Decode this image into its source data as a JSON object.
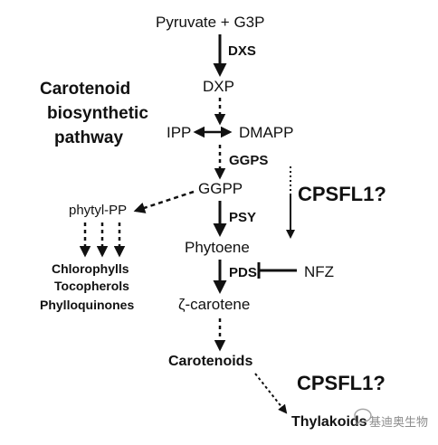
{
  "title": {
    "line1": "Carotenoid",
    "line2": "biosynthetic",
    "line3": "pathway"
  },
  "nodes": {
    "pyruvate_g3p": "Pyruvate + G3P",
    "dxp": "DXP",
    "ipp": "IPP",
    "dmapp": "DMAPP",
    "ggpp": "GGPP",
    "phytyl_pp": "phytyl-PP",
    "phytoene": "Phytoene",
    "zeta_carotene": "ζ-carotene",
    "carotenoids": "Carotenoids",
    "thylakoids": "Thylakoids",
    "nfz": "NFZ"
  },
  "enzymes": {
    "dxs": "DXS",
    "ggps": "GGPS",
    "psy": "PSY",
    "pds": "PDS"
  },
  "products": [
    "Chlorophylls",
    "Tocopherols",
    "Phylloquinones"
  ],
  "question_labels": {
    "upper": "CPSFL1?",
    "lower": "CPSFL1?"
  },
  "watermark": {
    "text": "基迪奥生物",
    "icon": "chat-bubble-icon"
  },
  "colors": {
    "ink": "#111111",
    "watermark": "#666666"
  }
}
